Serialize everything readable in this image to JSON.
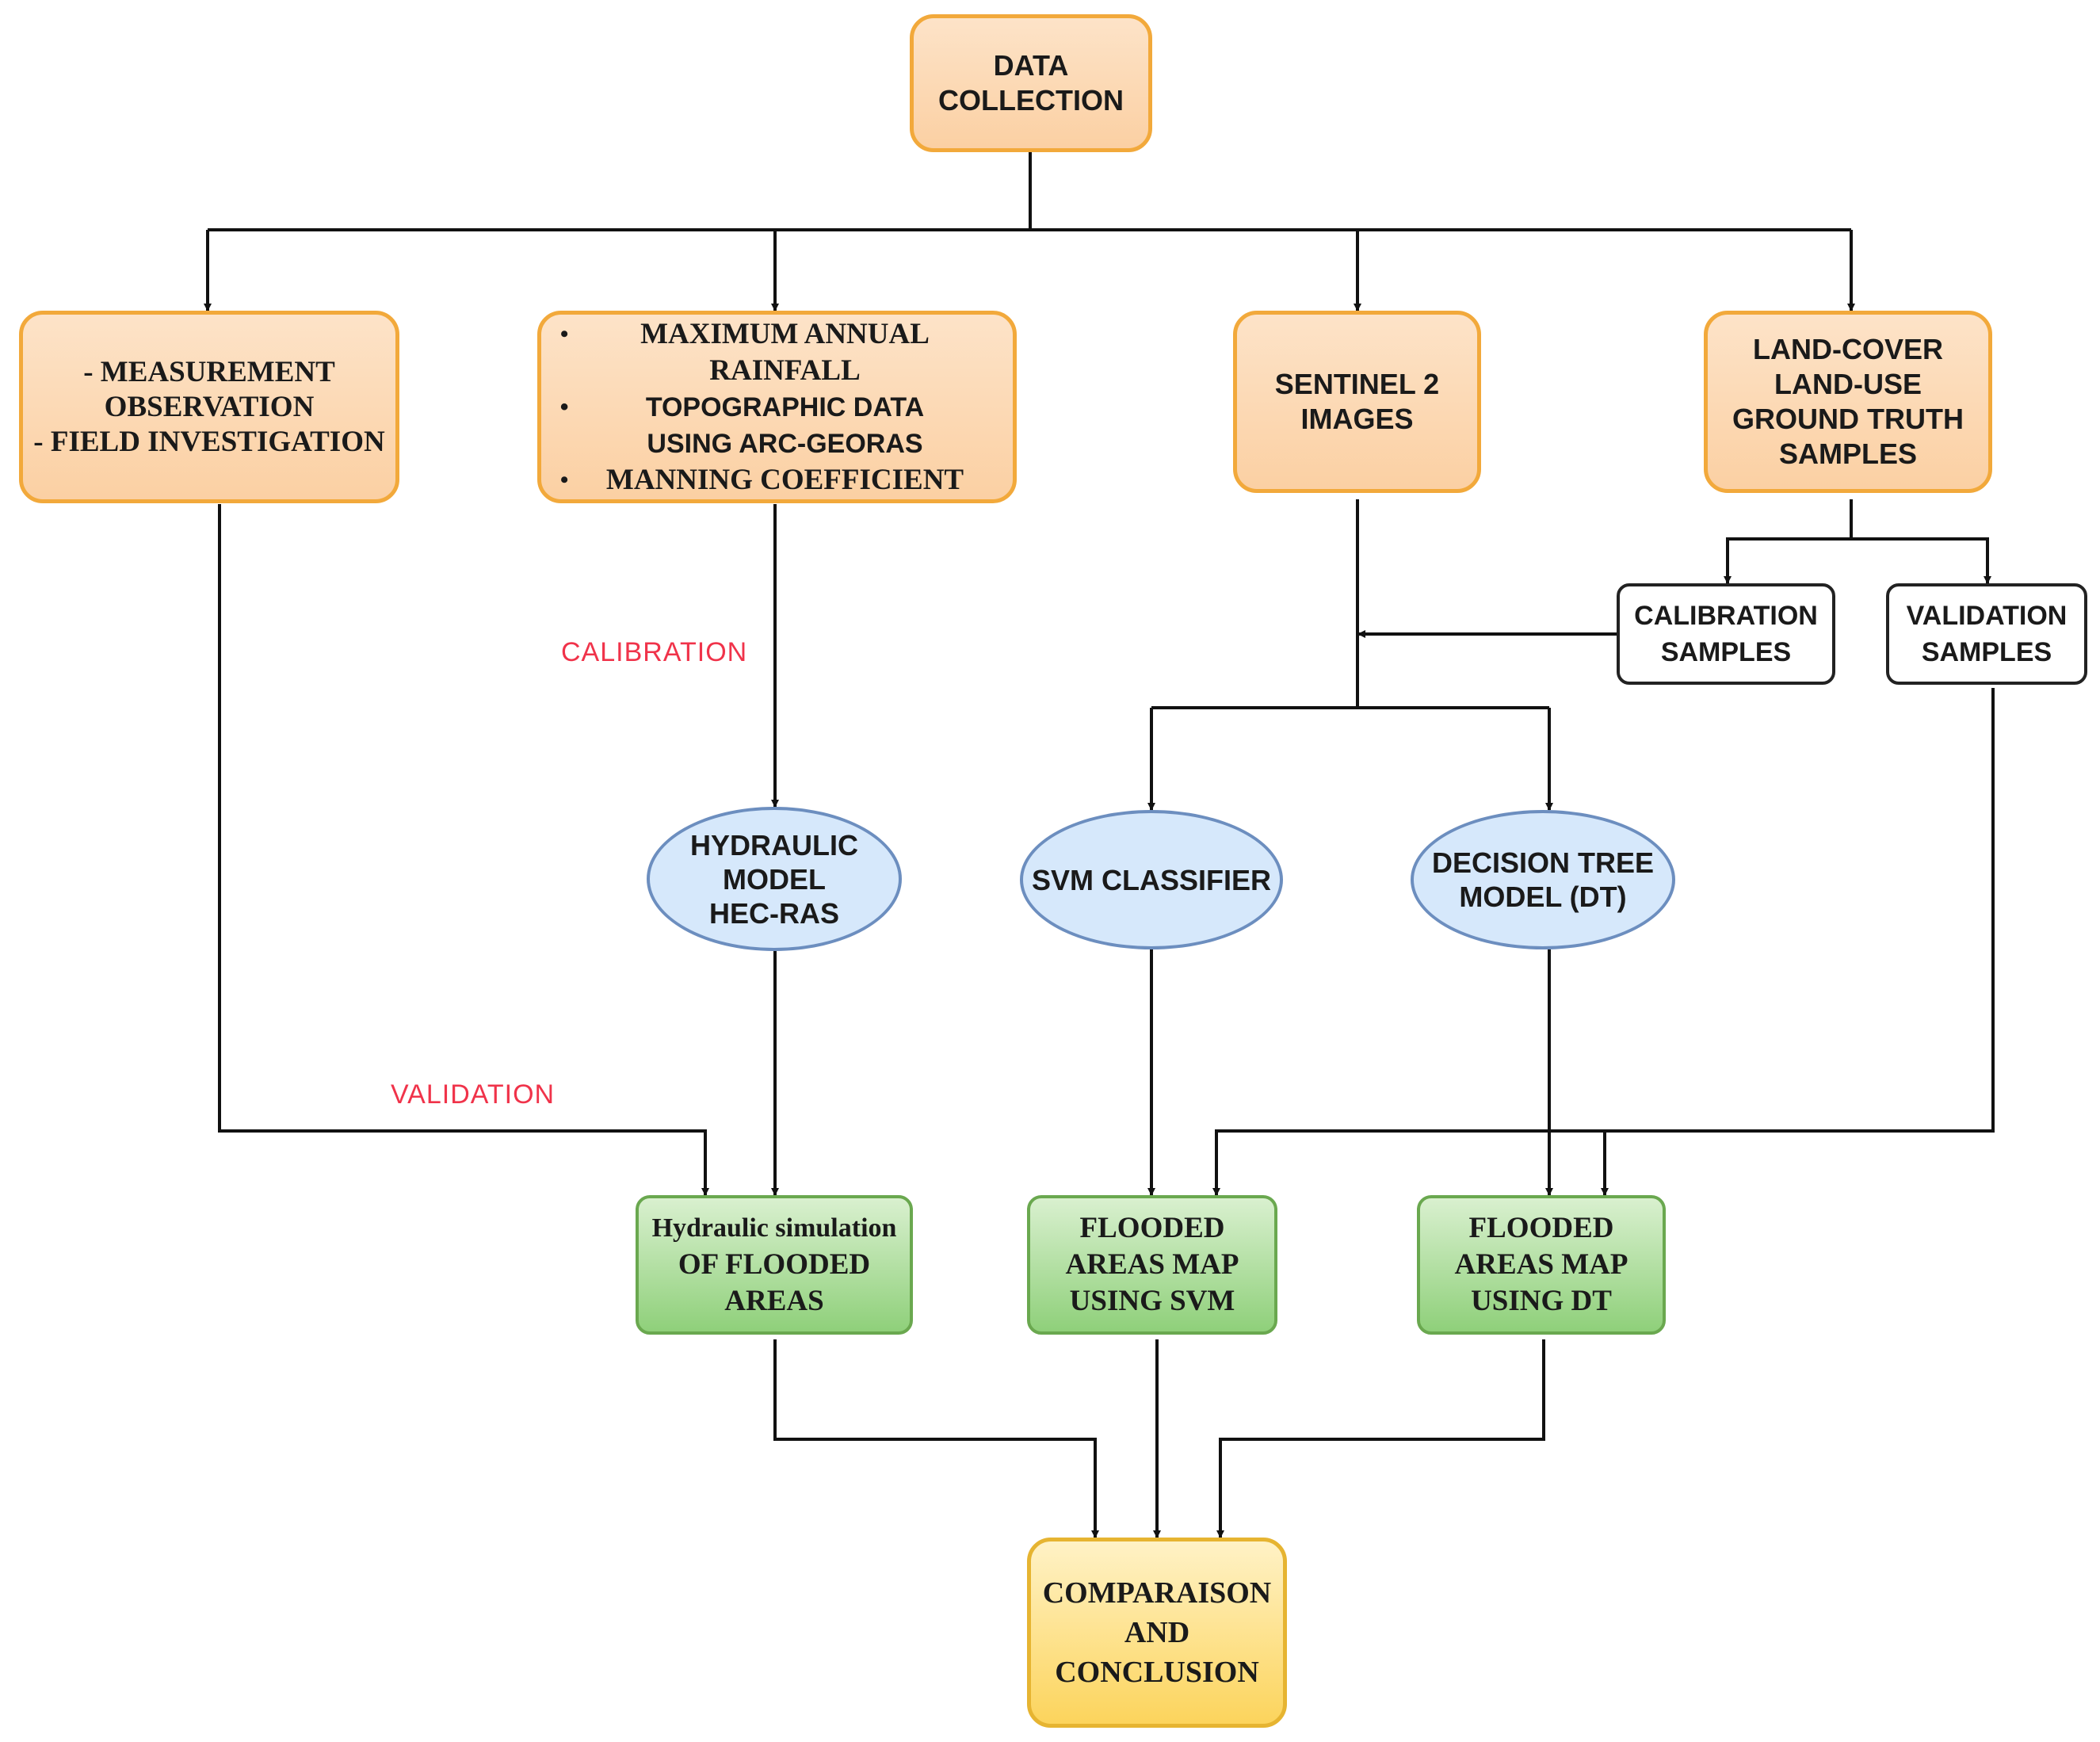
{
  "nodes": {
    "data_collection": [
      "DATA",
      "COLLECTION"
    ],
    "measurement": [
      "-  MEASUREMENT",
      "OBSERVATION",
      "- FIELD INVESTIGATION"
    ],
    "rainfall": {
      "item1": [
        "MAXIMUM ANNUAL",
        "RAINFALL"
      ],
      "item2": [
        "TOPOGRAPHIC DATA",
        "USING ARC-GEORAS"
      ],
      "item3": "MANNING COEFFICIENT"
    },
    "sentinel": [
      "SENTINEL 2",
      "IMAGES"
    ],
    "landcover": [
      "LAND-COVER",
      "LAND-USE",
      "GROUND TRUTH",
      "SAMPLES"
    ],
    "calibration_samples": [
      "CALIBRATION",
      "SAMPLES"
    ],
    "validation_samples": [
      "VALIDATION",
      "SAMPLES"
    ],
    "hydraulic_model": [
      "HYDRAULIC",
      "MODEL",
      "HEC-RAS"
    ],
    "svm": "SVM CLASSIFIER",
    "decision_tree": [
      "DECISION TREE",
      "MODEL (DT)"
    ],
    "hydraulic_sim": [
      "Hydraulic simulation",
      "OF FLOODED",
      "AREAS"
    ],
    "flood_svm": [
      "FLOODED",
      "AREAS MAP",
      "USING SVM"
    ],
    "flood_dt": [
      "FLOODED",
      "AREAS MAP",
      "USING DT"
    ],
    "conclusion": [
      "COMPARAISON",
      "AND",
      "CONCLUSION"
    ]
  },
  "edge_labels": {
    "calibration": "CALIBRATION",
    "validation": "VALIDATION"
  },
  "colors": {
    "process_fill": "#fbd0a3",
    "process_border": "#f2a93b",
    "model_fill": "#d6e8fb",
    "model_border": "#6c8ebf",
    "output_fill": "#8fd07a",
    "output_border": "#6aa84f",
    "final_fill": "#fcd45c",
    "final_border": "#e6b431",
    "edge_label": "#f0334a"
  }
}
